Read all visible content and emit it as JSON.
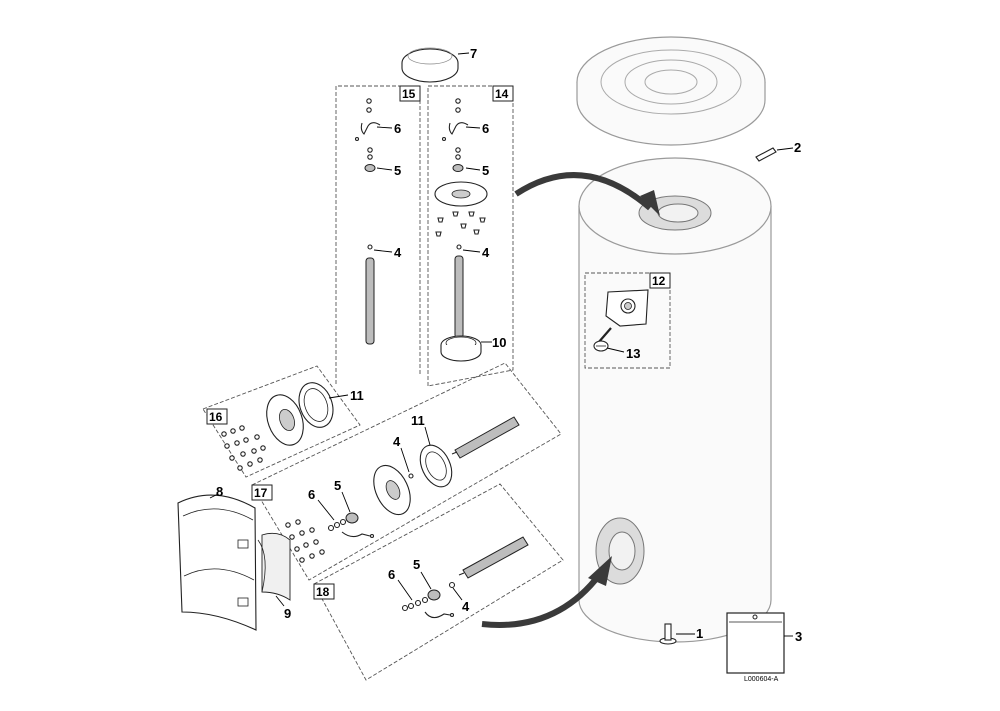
{
  "callouts": {
    "c1": "1",
    "c2": "2",
    "c3": "3",
    "c4a": "4",
    "c4b": "4",
    "c4c": "4",
    "c4d": "4",
    "c5a": "5",
    "c5b": "5",
    "c5c": "5",
    "c5d": "5",
    "c6a": "6",
    "c6b": "6",
    "c6c": "6",
    "c6d": "6",
    "c7": "7",
    "c8": "8",
    "c9": "9",
    "c10": "10",
    "c11a": "11",
    "c11b": "11",
    "c13": "13"
  },
  "boxes": {
    "b12": "12",
    "b14": "14",
    "b15": "15",
    "b16": "16",
    "b17": "17",
    "b18": "18"
  },
  "reference": "L000604-A",
  "colors": {
    "arrow": "#3a3a3a",
    "tank_outline": "#9a9a9a",
    "part_fill": "#bdbdbd"
  }
}
